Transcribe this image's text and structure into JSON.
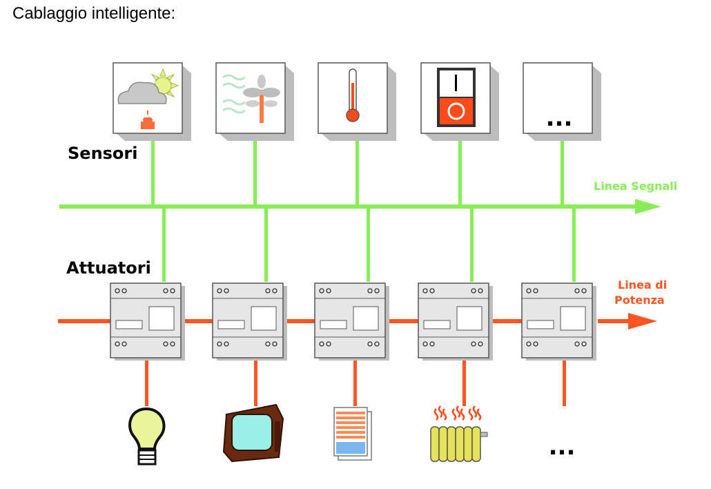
{
  "title": "Cablaggio intelligente:",
  "labels": {
    "sensors": "Sensori",
    "actuators": "Attuatori",
    "signal_line": "Linea Segnali",
    "power_line_1": "Linea di",
    "power_line_2": "Potenza",
    "more_sensors": "...",
    "more_loads": "..."
  },
  "colors": {
    "signal_line": "#88ee55",
    "power_line": "#ff5522",
    "box_face": "#ffffff",
    "box_shadow": "#bdbdbd",
    "actuator_body": "#e6e6e6"
  },
  "sensors": [
    {
      "name": "weather-sensor-icon"
    },
    {
      "name": "wind-sensor-icon"
    },
    {
      "name": "thermometer-icon"
    },
    {
      "name": "switch-icon"
    },
    {
      "name": "more-sensors-icon"
    }
  ],
  "loads": [
    {
      "name": "light-bulb-icon"
    },
    {
      "name": "television-icon"
    },
    {
      "name": "window-blind-icon"
    },
    {
      "name": "radiator-icon"
    },
    {
      "name": "more-loads-icon"
    }
  ]
}
